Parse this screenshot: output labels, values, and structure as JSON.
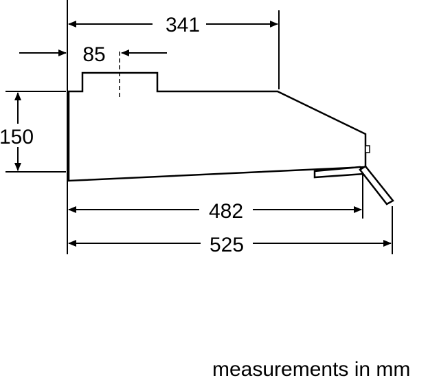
{
  "dimensions": {
    "overall_depth": "525",
    "body_depth": "482",
    "top_depth": "341",
    "outlet_offset": "85",
    "height": "150"
  },
  "footer": {
    "units_caption": "measurements in mm"
  }
}
